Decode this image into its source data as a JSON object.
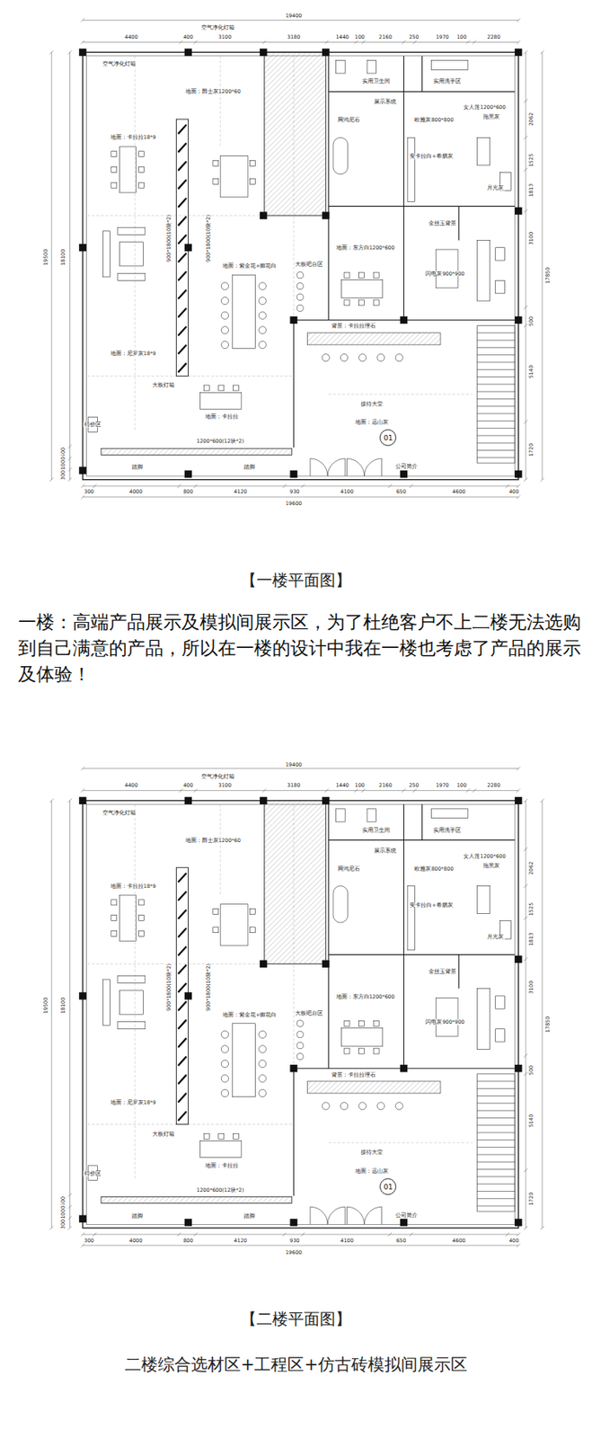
{
  "diagram": {
    "nodes": [
      {
        "text": [
          "01"
        ]
      },
      {
        "text": [
          "01"
        ]
      }
    ],
    "labels": [
      "19400",
      "4400",
      "400",
      "3100",
      "3180",
      "1440",
      "100",
      "2160",
      "250",
      "1970",
      "100",
      "2280",
      "300",
      "4000",
      "800",
      "4120",
      "930",
      "4100",
      "650",
      "4600",
      "400",
      "19600",
      "19500",
      "18100",
      "500",
      "1000",
      "300",
      "2062",
      "1525",
      "1813",
      "3100",
      "500",
      "5140",
      "1720",
      "17850",
      "空气净化灯箱",
      "空气净化灯箱",
      "地面：爵士灰1200*60",
      "实用卫生间",
      "实用洗手区",
      "展示系统",
      "网鸿尼石",
      "欧雅灰800*800",
      "女人莲1200*600",
      "拖黑灰",
      "安卡拉白+希腊灰",
      "月光灰",
      "地面：卡拉拉18*9",
      "900*1800(10块*2)",
      "900*1800(10块*2)",
      "地面：紫金花+御花白",
      "地面：东方白1200*600",
      "金丝玉背景",
      "闪电灰900*900",
      "大板吧台区",
      "背景：卡拉拉理石",
      "地面：尼罗灰18*9",
      "接待大堂",
      "地面：远山灰",
      "地面：卡拉拉",
      "1200*600(12块*2)",
      "公司简介",
      "特价区",
      "踏脚",
      "踏脚",
      "大板灯箱",
      "【一楼平面图】",
      "一楼：高端产品展示及模拟间展示区，为了杜绝客户不上二楼无法选购到自己满意的产品，所以在一楼的设计中我在一楼也考虑了产品的展示及体验！",
      "19400",
      "4400",
      "400",
      "3100",
      "3180",
      "1440",
      "100",
      "2160",
      "250",
      "1970",
      "100",
      "2280",
      "300",
      "4000",
      "800",
      "4120",
      "930",
      "4100",
      "650",
      "4600",
      "400",
      "19600",
      "19500",
      "18100",
      "500",
      "1000",
      "300",
      "2062",
      "1525",
      "1813",
      "3100",
      "500",
      "5140",
      "1720",
      "17850",
      "空气净化灯箱",
      "空气净化灯箱",
      "地面：爵士灰1200*60",
      "实用卫生间",
      "实用洗手区",
      "展示系统",
      "网鸿尼石",
      "欧雅灰800*800",
      "女人莲1200*600",
      "拖黑灰",
      "安卡拉白+希腊灰",
      "月光灰",
      "地面：卡拉拉18*9",
      "900*1800(10块*2)",
      "900*1800(10块*2)",
      "地面：紫金花+御花白",
      "地面：东方白1200*600",
      "金丝玉背景",
      "闪电灰900*900",
      "大板吧台区",
      "背景：卡拉拉理石",
      "地面：尼罗灰18*9",
      "接待大堂",
      "地面：远山灰",
      "地面：卡拉拉",
      "1200*600(12块*2)",
      "公司简介",
      "特价区",
      "踏脚",
      "踏脚",
      "大板灯箱",
      "【二楼平面图】",
      "二楼综合选材区+工程区+仿古砖模拟间展示区"
    ]
  }
}
